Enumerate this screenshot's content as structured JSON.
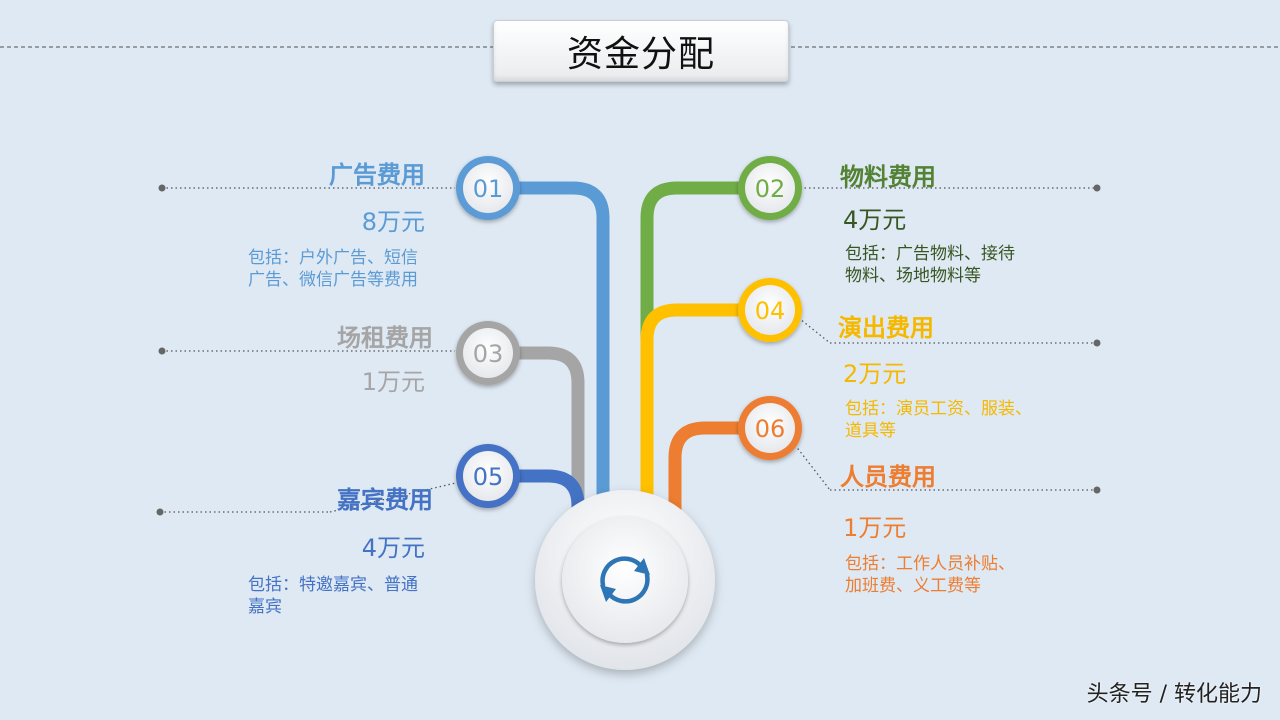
{
  "title": "资金分配",
  "items": [
    {
      "num": "01",
      "name": "广告费用",
      "amount": "8万元",
      "detail": [
        "包括：户外广告、短信",
        "广告、微信广告等费用"
      ],
      "color": "#5b9bd5"
    },
    {
      "num": "02",
      "name": "物料费用",
      "amount": "4万元",
      "detail": [
        "包括：广告物料、接待",
        "物料、场地物料等"
      ],
      "color": "#70ad47"
    },
    {
      "num": "03",
      "name": "场租费用",
      "amount": "1万元",
      "detail": [],
      "color": "#a5a5a5"
    },
    {
      "num": "04",
      "name": "演出费用",
      "amount": "2万元",
      "detail": [
        "包括：演员工资、服装、",
        "道具等"
      ],
      "color": "#ffc000"
    },
    {
      "num": "05",
      "name": "嘉宾费用",
      "amount": "4万元",
      "detail": [
        "包括：特邀嘉宾、普通",
        "嘉宾"
      ],
      "color": "#4472c4"
    },
    {
      "num": "06",
      "name": "人员费用",
      "amount": "1万元",
      "detail": [
        "包括：工作人员补贴、",
        "加班费、义工费等"
      ],
      "color": "#ed7d31"
    }
  ],
  "center_icon": "refresh-cycle-icon",
  "watermark": "头条号 / 转化能力"
}
